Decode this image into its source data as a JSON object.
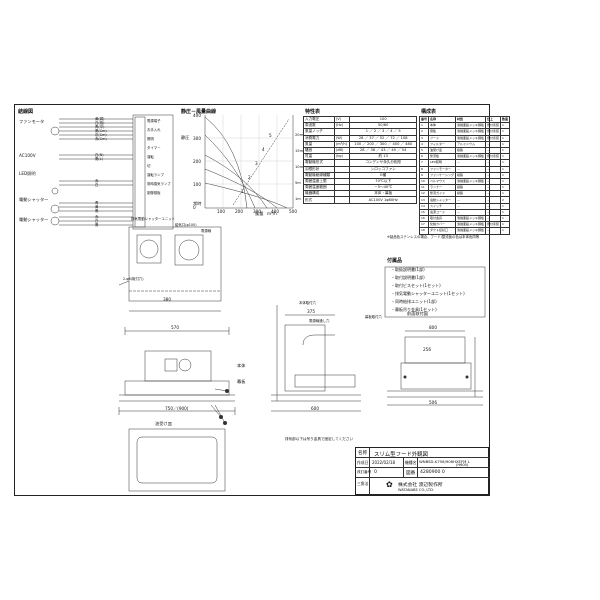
{
  "wiring": {
    "title": "結線図",
    "fan_motor": "ファンモータ",
    "ac100v": "AC100V",
    "led": "LED照明",
    "shutter1": "電動シャッター",
    "shutter2": "電動シャッター",
    "leads": [
      "黄(弱)",
      "白(強)",
      "青(中)",
      "黒(Cm)",
      "灰(Cm)",
      "赤(Cm)",
      "白(N)",
      "黒(L)",
      "赤",
      "白",
      "青",
      "黄",
      "黒",
      "赤",
      "白",
      "黒"
    ],
    "box_labels": [
      "電源端子",
      "お手入れ",
      "照明",
      "タイマー",
      "運転",
      "切",
      "運転ランプ",
      "常時換気ランプ",
      "制御基板"
    ]
  },
  "curve": {
    "title": "静圧－風量曲線",
    "ylabel": "静圧",
    "xlabel": "風量",
    "xunit": "m³/h",
    "yticks": [
      "400",
      "300",
      "200",
      "100",
      "0"
    ],
    "xticks": [
      "100",
      "200",
      "300",
      "400",
      "500"
    ],
    "curve_labels": [
      "1",
      "2",
      "3",
      "4",
      "5"
    ],
    "right_ticks": [
      "20m",
      "15m",
      "10m",
      "5m",
      "1m"
    ],
    "note": "常時"
  },
  "specs": {
    "title": "特性表",
    "rows": [
      [
        "入力電圧",
        "(V)",
        "100"
      ],
      [
        "周波数",
        "(Hz)",
        "50/60"
      ],
      [
        "風量ノッチ",
        "",
        "1 ／ 2 ／ 3 ／ 4 ／ 5"
      ],
      [
        "消費電力",
        "(W)",
        "28 ／ 37 ／ 52 ／ 72 ／ 108"
      ],
      [
        "風量",
        "(m³/h)",
        "100 ／ 200 ／ 300 ／ 400 ／ 480"
      ],
      [
        "騒音",
        "(dB)",
        "28 ／ 36 ／ 43 ／ 49 ／ 54"
      ],
      [
        "質量",
        "(kg)",
        "約 13"
      ],
      [
        "電動機形式",
        "",
        "コンデンサ永久分相形"
      ],
      [
        "羽根形状",
        "",
        "シロッコファン"
      ],
      [
        "電動機絶縁種類",
        "",
        "E種"
      ],
      [
        "周囲温度上限",
        "",
        "70℃以下"
      ],
      [
        "周囲温度範囲",
        "",
        "－5～40℃"
      ],
      [
        "機器構成",
        "",
        "本体・幕板"
      ],
      [
        "形式",
        "",
        "AC100V 1φ60Hz"
      ]
    ]
  },
  "parts": {
    "title": "構成表",
    "header": [
      "番号",
      "名称",
      "材質",
      "仕上",
      "数量"
    ],
    "rows": [
      [
        "1",
        "本体",
        "溶融亜鉛メッキ鋼板",
        "焼付塗装",
        "1"
      ],
      [
        "2",
        "幕板",
        "溶融亜鉛メッキ鋼板",
        "焼付塗装",
        "1"
      ],
      [
        "3",
        "フード",
        "溶融亜鉛メッキ鋼板",
        "焼付塗装",
        "1"
      ],
      [
        "4",
        "フィルター",
        "アルミニウム",
        "－",
        "1"
      ],
      [
        "5",
        "油受け皿",
        "樹脂",
        "－",
        "1"
      ],
      [
        "6",
        "整流板",
        "溶融亜鉛メッキ鋼板",
        "焼付塗装",
        "1"
      ],
      [
        "7",
        "LED照明",
        "－",
        "－",
        "1"
      ],
      [
        "8",
        "ファンモーター",
        "－",
        "－",
        "1"
      ],
      [
        "9",
        "ファンケーシング",
        "樹脂",
        "－",
        "1"
      ],
      [
        "10",
        "ベルマウス",
        "溶融亜鉛メッキ鋼板",
        "－",
        "1"
      ],
      [
        "11",
        "ランナー",
        "樹脂",
        "－",
        "1"
      ],
      [
        "12",
        "整流ガイド",
        "樹脂",
        "－",
        "1"
      ],
      [
        "13",
        "電動シャッター",
        "－",
        "－",
        "2"
      ],
      [
        "14",
        "スイッチ",
        "－",
        "－",
        "1"
      ],
      [
        "15",
        "電源コード",
        "－",
        "－",
        "1"
      ],
      [
        "16",
        "取付金具",
        "溶融亜鉛メッキ鋼板",
        "－",
        "1"
      ],
      [
        "17",
        "化粧カバー",
        "溶融亜鉛メッキ鋼板",
        "焼付塗装",
        "1"
      ],
      [
        "18",
        "ダクト接続口",
        "溶融亜鉛メッキ鋼板",
        "－",
        "1"
      ]
    ],
    "note": "※製品色ステンレスの場合、フード/整流板の色は本体色同等"
  },
  "accessories": {
    "title": "付属品",
    "items": [
      "・取扱説明書(1部)",
      "・取付説明書(1部)",
      "・取付ビスセット(1セット)",
      "・排気電動シャッターユニット(1セット)",
      "・同時給排ユニット(1部)",
      "・幕板吊り金具(1セット)"
    ]
  },
  "dims": {
    "d380": "380",
    "d570": "570",
    "d600": "600",
    "d750": "750／(900)",
    "d375": "375",
    "d800": "800",
    "d506": "506",
    "d256": "256",
    "front_label": "前面取付図",
    "plan_labels": [
      "排気電動シャッターユニット",
      "給気口(φ100)",
      "電源線",
      "2-φ6(取付穴)"
    ],
    "side_labels": [
      "本体取付穴",
      "電源線通し穴",
      "幕板取付穴"
    ],
    "front_view_labels": [
      "本体",
      "幕板"
    ],
    "bottom_label": "油受け皿",
    "note": "排気部以下は吊り金具で固定してください"
  },
  "title_block": {
    "name_label": "名称",
    "name_value": "スリム型フード外観図",
    "date_label": "作成日",
    "date_value": "2022/02/18",
    "model_label": "機種名",
    "model_value": "WNBSD-K756/906HXEFM L",
    "model_value2": "(H600)",
    "rev_label": "改訂番号",
    "rev_value": "0",
    "dwg_label": "図番",
    "dwg_value": "4280900 0",
    "angle_label": "三角法",
    "company": "株式会社 渡辺製作所",
    "company_en": "WATANABE CO.,LTD."
  }
}
